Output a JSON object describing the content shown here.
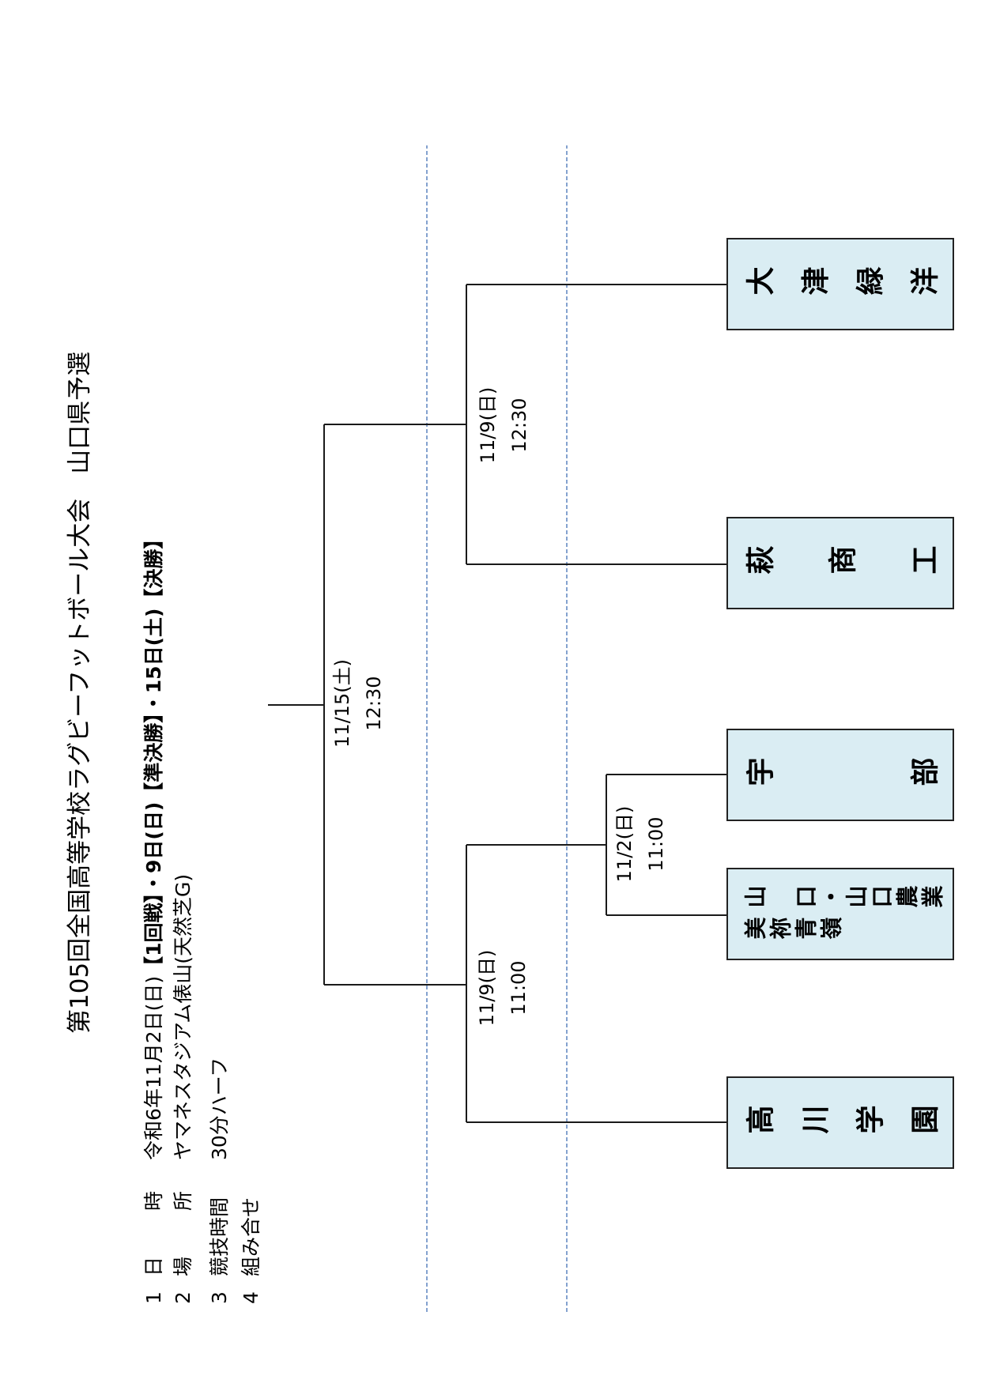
{
  "title": "第105回全国高等学校ラグビーフットボール大会　山口県予選",
  "info": [
    {
      "num": "1",
      "label": [
        "日",
        "時"
      ],
      "value": "令和6年11月2日(日)",
      "value_bold": "【1回戦】・9日(日)【準決勝】・15日(土)【決勝】"
    },
    {
      "num": "2",
      "label": [
        "場",
        "所"
      ],
      "value": "ヤマネスタジアム俵山(天然芝G)",
      "value_bold": ""
    },
    {
      "num": "3",
      "label": [
        "競技時間"
      ],
      "value": "30分ハーフ",
      "value_bold": ""
    },
    {
      "num": "4",
      "label": [
        "組み合せ"
      ],
      "value": "",
      "value_bold": ""
    }
  ],
  "teams": [
    {
      "columns": [
        "高川学園"
      ]
    },
    {
      "columns": [
        "山　口・山口農業",
        "美祢青嶺"
      ]
    },
    {
      "columns": [
        "宇部"
      ]
    },
    {
      "columns": [
        "萩商工"
      ]
    },
    {
      "columns": [
        "大津緑洋"
      ]
    }
  ],
  "matches": [
    {
      "date": "11/9(日)",
      "time": "11:00"
    },
    {
      "date": "11/2(日)",
      "time": "11:00"
    },
    {
      "date": "11/15(土)",
      "time": "12:30"
    },
    {
      "date": "11/9(日)",
      "time": "12:30"
    }
  ],
  "colors": {
    "team_box_fill": "#daedf3",
    "divider": "#5b84bf",
    "line": "#1a1a1a"
  }
}
